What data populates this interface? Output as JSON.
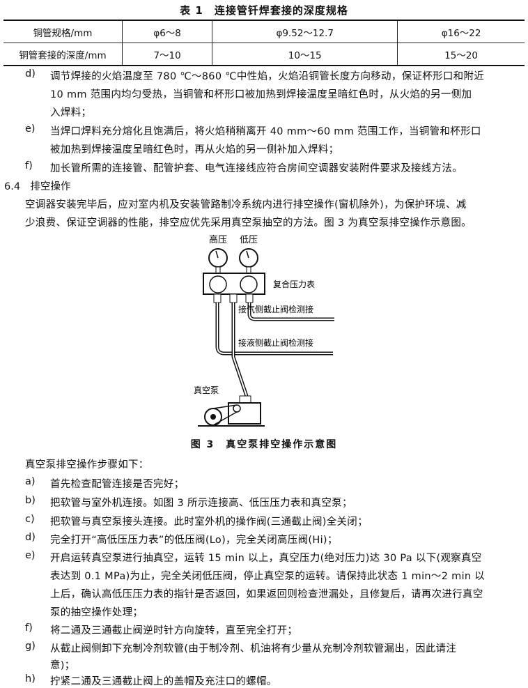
{
  "table": {
    "title": "表 1　连接管钎焊套接的深度规格",
    "rows": [
      [
        "铜管规格/mm",
        "φ6～8",
        "φ9.52～12.7",
        "φ16～22"
      ],
      [
        "铜管套接的深度/mm",
        "7～10",
        "10～15",
        "15～20"
      ]
    ]
  },
  "weld_items": [
    {
      "marker": "d)",
      "lines": [
        "调节焊接的火焰温度至 780 ℃～860 ℃中性焰，火焰沿铜管长度方向移动，保证杯形口和附近",
        "10 mm 范围内均匀受热，当铜管和杯形口被加热到焊接温度呈暗红色时，从火焰的另一侧加",
        "入焊料；"
      ]
    },
    {
      "marker": "e)",
      "lines": [
        "当焊口焊料充分熔化且饱满后，将火焰稍稍离开 40 mm～60 mm 范围工作，当铜管和杯形口",
        "被加热到焊接温度呈暗红色时，再从火焰的另一侧补加入焊料；"
      ]
    },
    {
      "marker": "f)",
      "lines": [
        "加长管所需的连接管、配管护套、电气连接线应符合房间空调器安装附件要求及接线方法。"
      ]
    }
  ],
  "section": {
    "heading": "6.4　排空操作",
    "para": [
      "空调器安装完毕后，应对室内机及安装管路制冷系统内进行排空操作(窗机除外)，为保护环境、减",
      "少浪费、保证空调器的性能，排空应优先采用真空泵抽空的方法。图 3 为真空泵排空操作示意图。"
    ]
  },
  "figure": {
    "label_high": "高压",
    "label_low": "低压",
    "label_gauge": "复合压力表",
    "label_gas": "接气侧截止阀检测接",
    "label_liquid": "接液侧截止阀检测接",
    "label_pump": "真空泵",
    "caption": "图 3　真空泵排空操作示意图"
  },
  "steps_intro": "真空泵排空操作步骤如下：",
  "steps": [
    {
      "marker": "a)",
      "lines": [
        "首先检查配管连接是否完好；"
      ]
    },
    {
      "marker": "b)",
      "lines": [
        "把软管与室外机连接。如图 3 所示连接高、低压压力表和真空泵；"
      ]
    },
    {
      "marker": "c)",
      "lines": [
        "把软管与真空泵接头连接。此时室外机的操作阀(三通截止阀)全关闭；"
      ]
    },
    {
      "marker": "d)",
      "lines": [
        "完全打开“高低压压力表”的低压阀(Lo)，完全关闭高压阀(Hi)；"
      ]
    },
    {
      "marker": "e)",
      "lines": [
        "开启运转真空泵进行抽真空，运转 15 min 以上，真空压力(绝对压力)达 30 Pa 以下(观察真空",
        "表达到 0.1 MPa)为止，完全关闭低压阀，停止真空泵的运转。请保持此状态 1 min～2 min 以",
        "上后，确认高低压压力表的指针是否返回，如果返回则检查泄漏处，且修复后，请再次进行真空",
        "泵的抽空操作处理；"
      ]
    },
    {
      "marker": "f)",
      "lines": [
        "将二通及三通截止阀逆时针方向旋转，直至完全打开；"
      ]
    },
    {
      "marker": "g)",
      "lines": [
        "从截止阀侧卸下充制冷剂软管(由于制冷剂、机油将有少量从充制冷剂软管漏出，因此请注",
        "意)；"
      ]
    },
    {
      "marker": "h)",
      "lines": [
        "拧紧二通及三通截止阀上的盖帽及充注口的螺帽。"
      ]
    }
  ]
}
